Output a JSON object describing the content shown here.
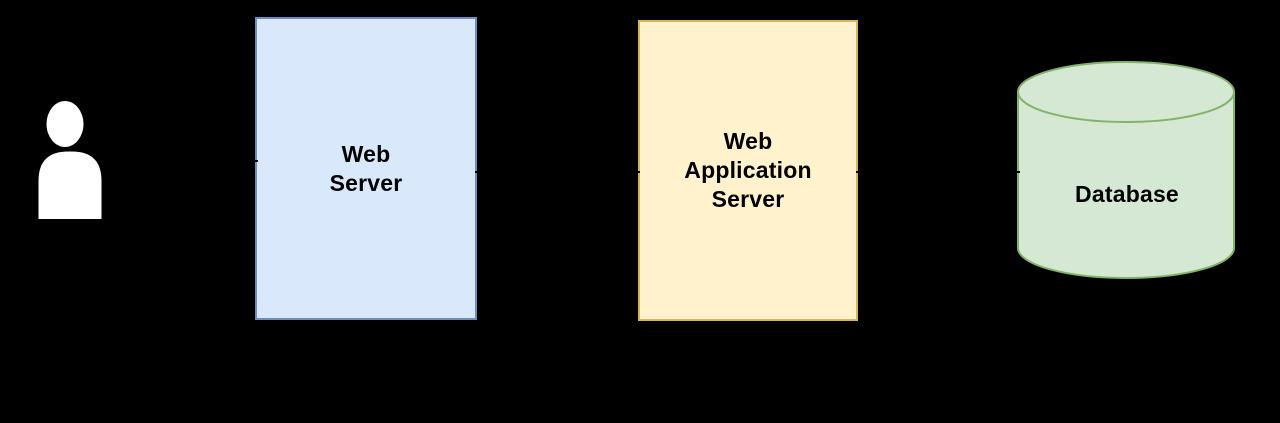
{
  "diagram": {
    "nodes": {
      "user": {
        "icon": "person-icon",
        "color": "#ffffff"
      },
      "web_server": {
        "lines": [
          "Web",
          "Server"
        ],
        "fill": "#dae8fc",
        "stroke": "#6c8ebf"
      },
      "web_application_server": {
        "lines": [
          "Web",
          "Application",
          "Server"
        ],
        "fill": "#fff2cc",
        "stroke": "#d6b656"
      },
      "database": {
        "label": "Database",
        "shape": "cylinder",
        "fill": "#d5e8d4",
        "stroke": "#82b366"
      }
    },
    "connectors": {
      "color": "#000000",
      "items": [
        {
          "from": "user",
          "to": "web_server"
        },
        {
          "from": "web_server",
          "to": "web_application_server"
        },
        {
          "from": "web_application_server",
          "to": "database"
        }
      ]
    },
    "colors": {
      "background": "#000000",
      "label_text": "#000000"
    }
  }
}
